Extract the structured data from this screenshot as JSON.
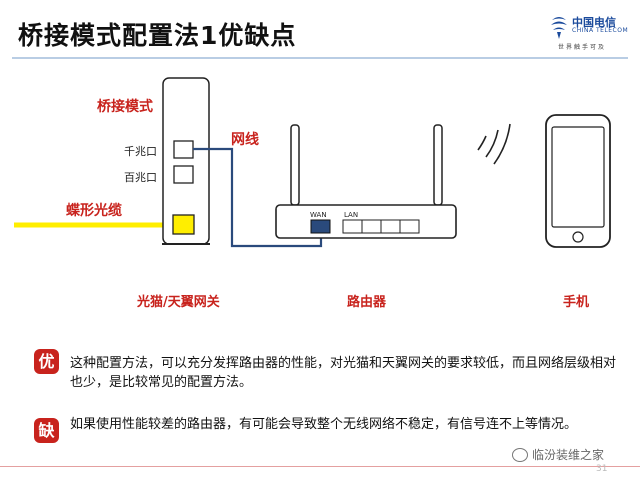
{
  "header": {
    "title": "桥接模式配置法1优缺点",
    "logo_name": "中国电信",
    "logo_en": "CHINA TELECOM",
    "logo_slogan": "世界触手可及"
  },
  "diagram": {
    "mode_label": "桥接模式",
    "gigabit_port": "千兆口",
    "fast_port": "百兆口",
    "fiber_label": "蝶形光缆",
    "cable_label": "网线",
    "wan_label": "WAN",
    "lan_label": "LAN",
    "modem_label": "光猫/天翼网关",
    "router_label": "路由器",
    "phone_label": "手机"
  },
  "points": {
    "pro_badge": "优",
    "pro_text": "这种配置方法，可以充分发挥路由器的性能，对光猫和天翼网关的要求较低，而且网络层级相对也少，是比较常见的配置方法。",
    "con_badge": "缺",
    "con_text": "如果使用性能较差的路由器，有可能会导致整个无线网络不稳定，有信号连不上等情况。"
  },
  "footer": {
    "watermark": "临汾装维之家",
    "page_number": "31"
  },
  "colors": {
    "accent_red": "#c8231d",
    "fiber_yellow": "#ffee00",
    "cable_blue": "#2a4a7c"
  }
}
